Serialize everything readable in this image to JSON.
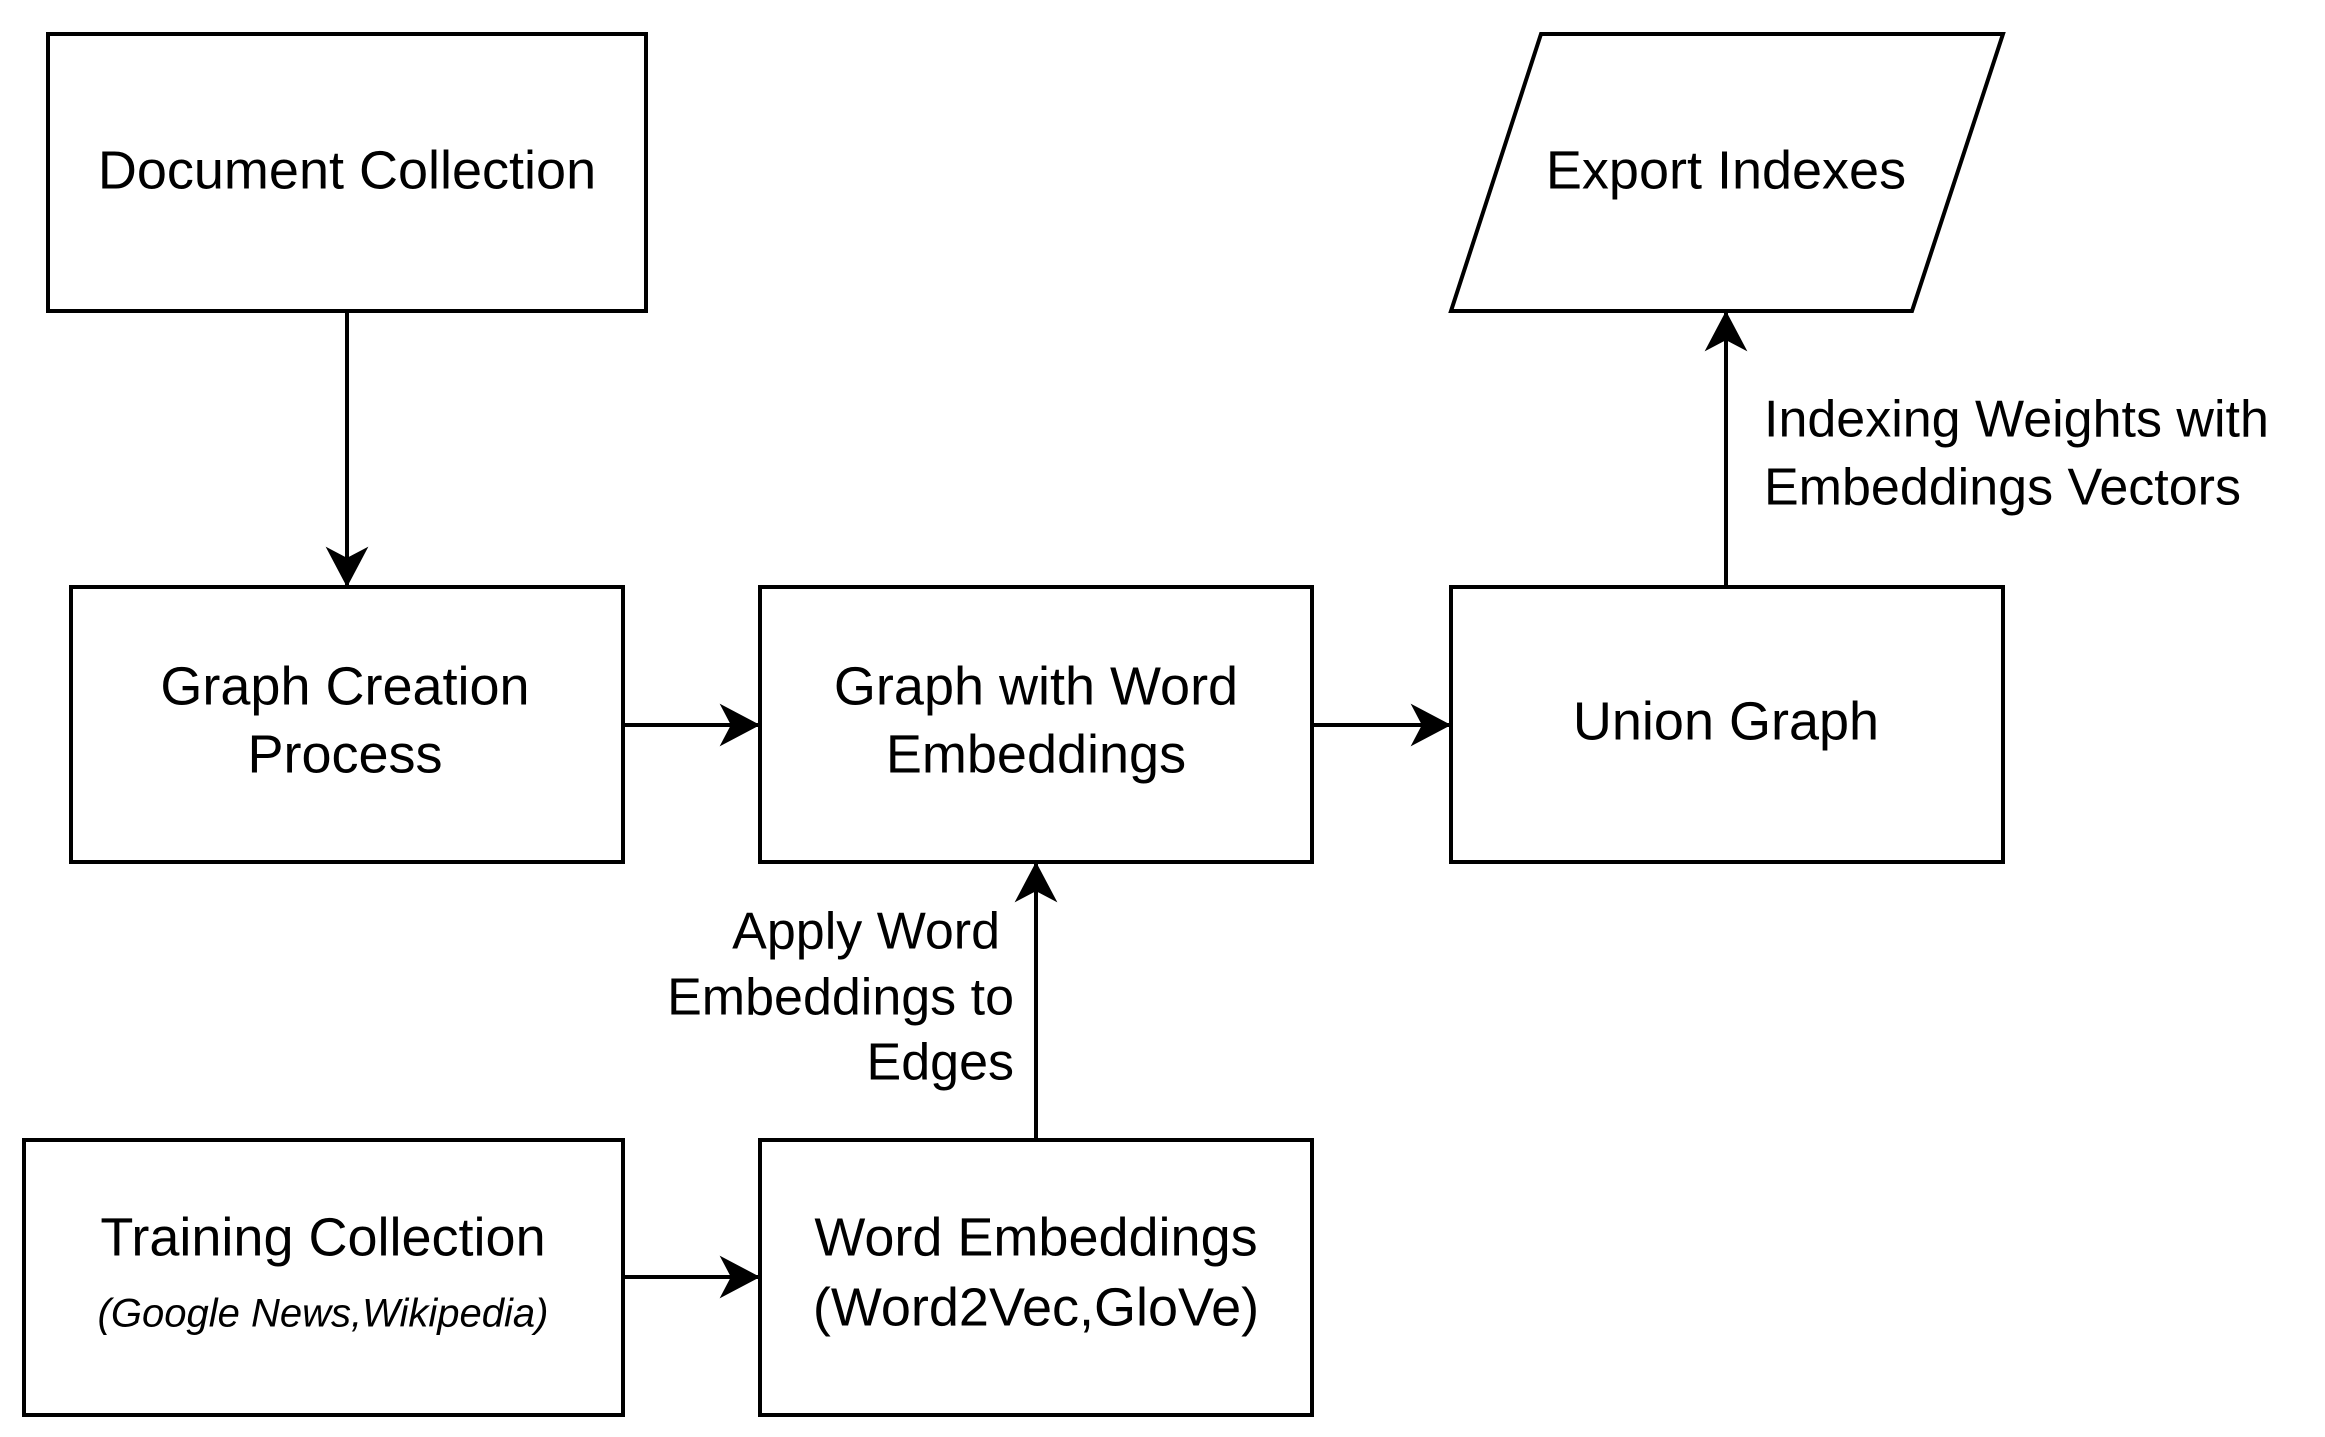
{
  "diagram": {
    "nodes": {
      "document_collection": {
        "line1": "Document Collection"
      },
      "graph_creation": {
        "line1": "Graph Creation",
        "line2": "Process"
      },
      "graph_with_embeddings": {
        "line1": "Graph with Word",
        "line2": "Embeddings"
      },
      "union_graph": {
        "line1": "Union Graph"
      },
      "export_indexes": {
        "line1": "Export Indexes"
      },
      "training_collection": {
        "line1": "Training Collection",
        "subtitle": "(Google News,Wikipedia)"
      },
      "word_embeddings": {
        "line1": "Word Embeddings",
        "line2": "(Word2Vec,GloVe)"
      }
    },
    "edge_labels": {
      "apply": {
        "line1": "Apply Word",
        "line2": "Embeddings to",
        "line3": "Edges"
      },
      "indexing": {
        "line1": "Indexing Weights with",
        "line2": "Embeddings Vectors"
      }
    }
  }
}
